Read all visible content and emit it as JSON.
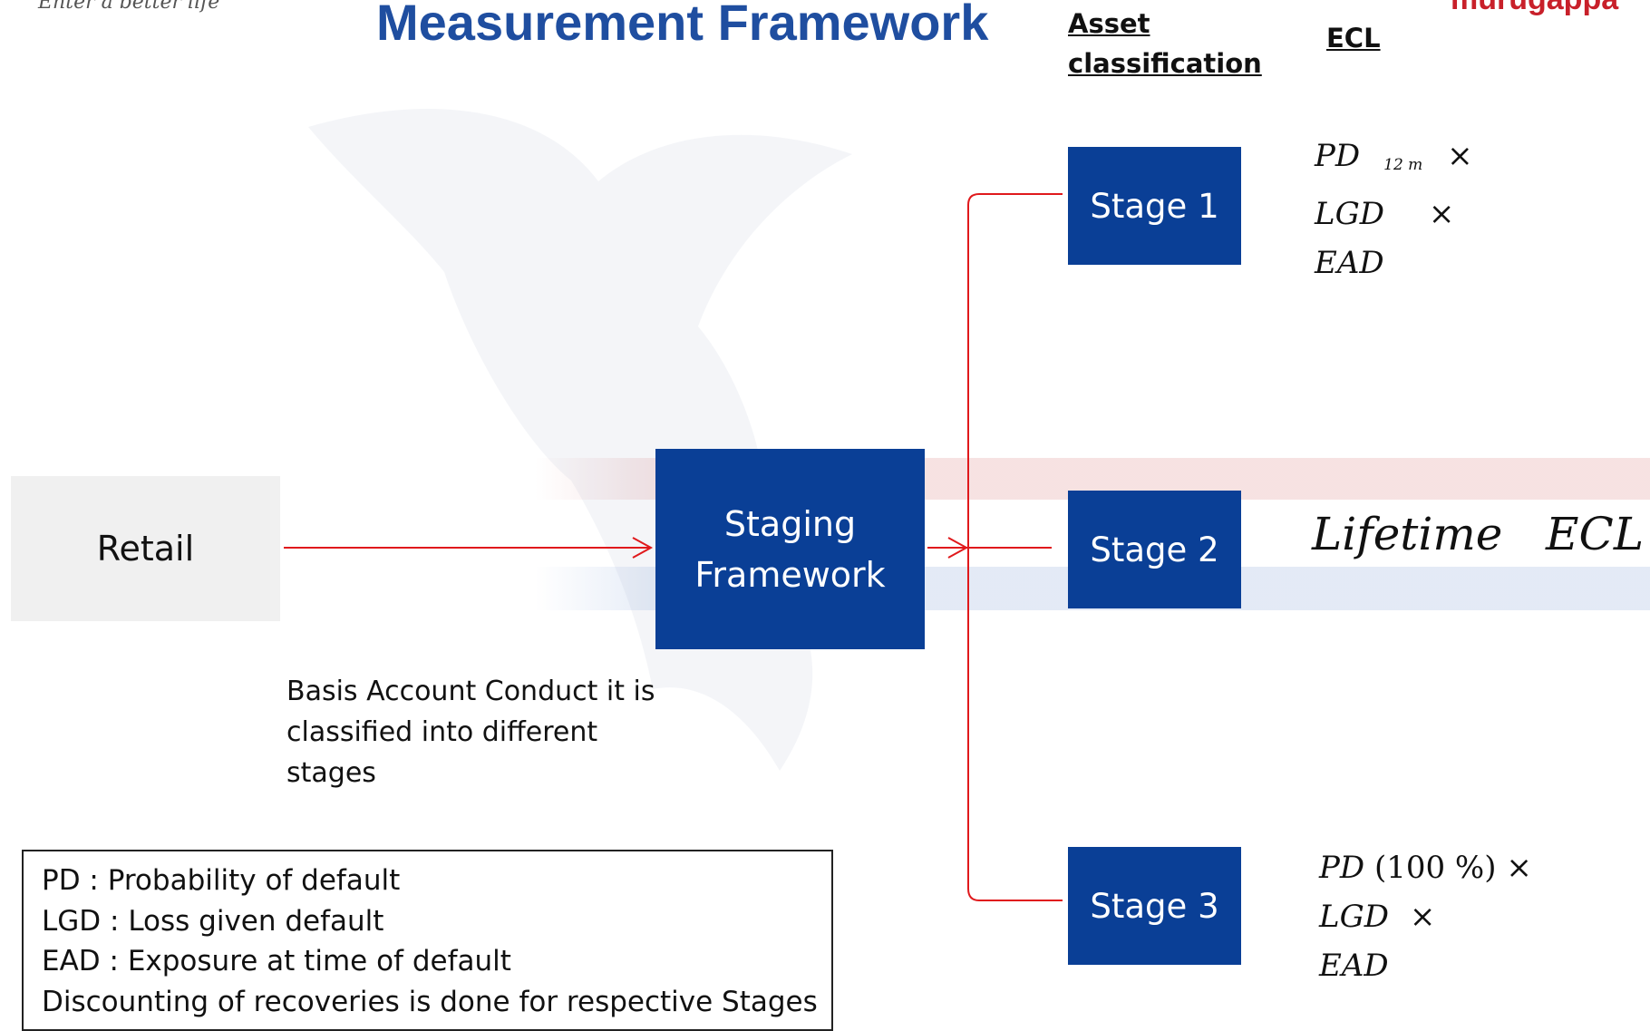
{
  "header": {
    "tagline": "Enter a better life",
    "title": "Measurement Framework",
    "brand": "murugappa"
  },
  "columns": {
    "asset_classification": "Asset classification",
    "ecl": "ECL"
  },
  "nodes": {
    "retail": "Retail",
    "staging_line1": "Staging",
    "staging_line2": "Framework",
    "stage1": "Stage 1",
    "stage2": "Stage 2",
    "stage3": "Stage 3"
  },
  "note": "Basis Account Conduct it is classified into different stages",
  "formulas": {
    "stage1": {
      "line1_term": "PD",
      "line1_sub": "12 m",
      "line2_term": "LGD",
      "line3_term": "EAD",
      "times": "×"
    },
    "stage2": {
      "text": "Lifetime   ECL"
    },
    "stage3": {
      "line1_term": "PD",
      "line1_arg": "(100 %)",
      "line2_term": "LGD",
      "line3_term": "EAD",
      "times": "×"
    }
  },
  "legend": [
    "PD : Probability of default",
    "LGD : Loss given default",
    "EAD : Exposure at time of default",
    "Discounting of recoveries is done for respective Stages"
  ],
  "colors": {
    "title": "#1f4ea0",
    "box_fill": "#0a3f96",
    "box_text": "#ffffff",
    "connector": "#e0191c",
    "retail_fill": "#f0f0f0",
    "brand": "#c8202a"
  }
}
